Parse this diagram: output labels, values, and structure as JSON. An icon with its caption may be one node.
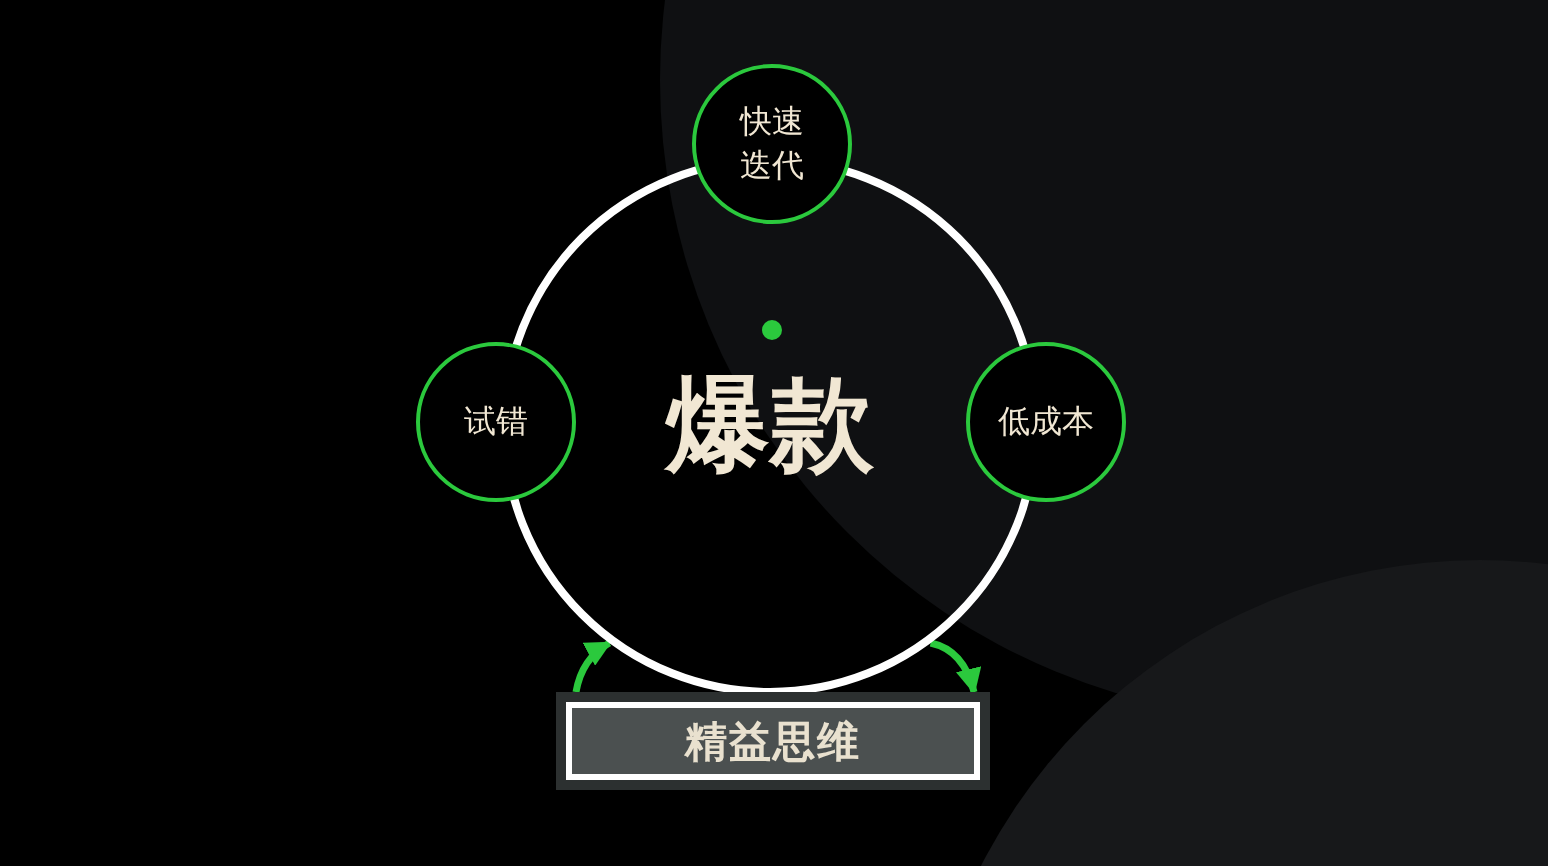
{
  "diagram": {
    "nodes": [
      {
        "text": [
          "爆款"
        ]
      },
      {
        "text": [
          "快速迭代"
        ]
      },
      {
        "text": [
          "试错"
        ]
      },
      {
        "text": [
          "低成本"
        ]
      },
      {
        "text": [
          "精益思维"
        ]
      }
    ],
    "edges": [
      {
        "from": 4,
        "to": 0,
        "arrow": "to"
      },
      {
        "from": 0,
        "to": 4,
        "arrow": "to"
      }
    ]
  }
}
